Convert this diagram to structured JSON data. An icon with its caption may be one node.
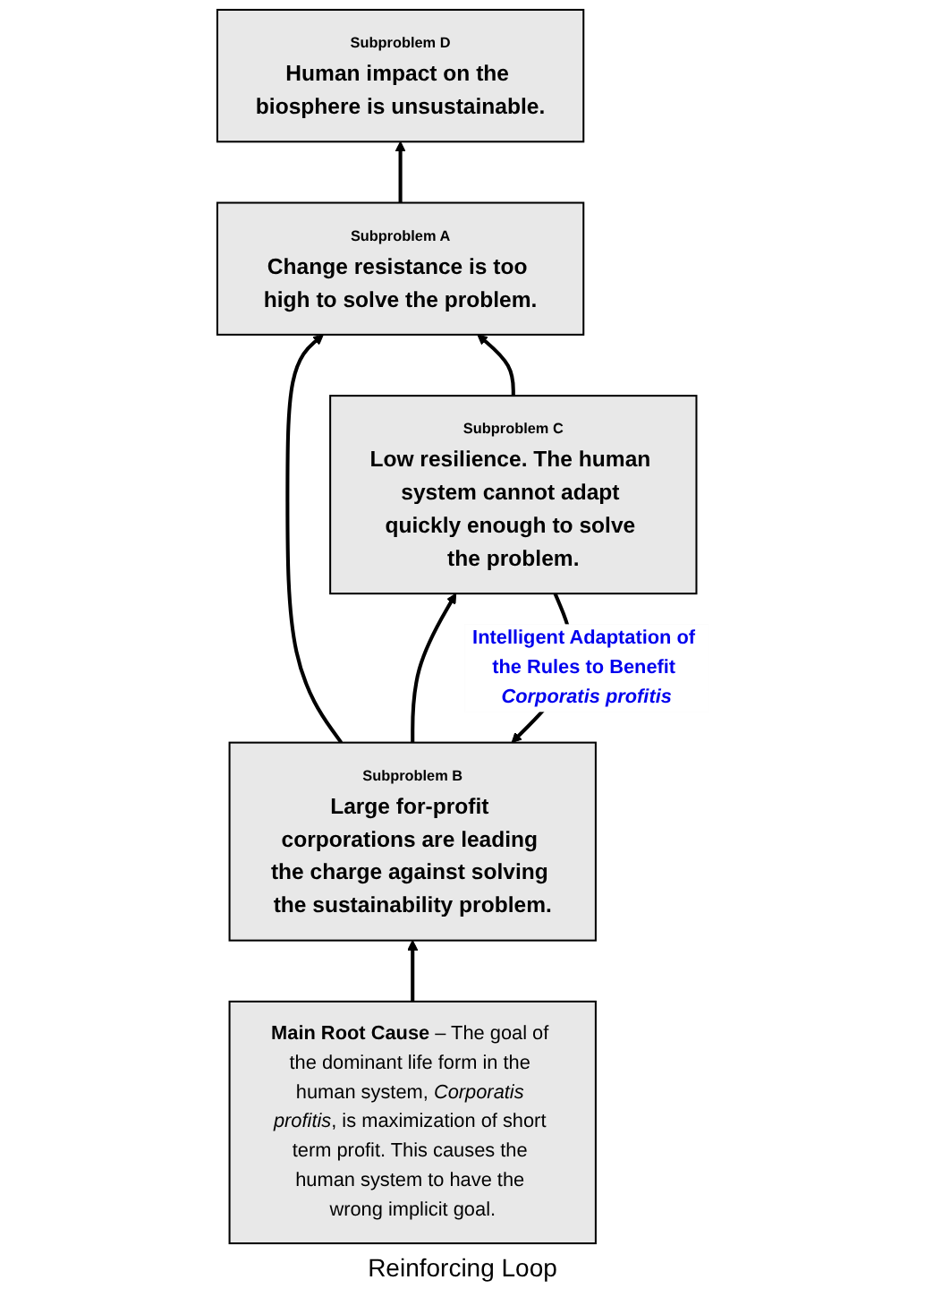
{
  "diagram": {
    "nodes": [
      {
        "text": [
          "Subproblem D",
          "Human impact on the biosphere is unsustainable."
        ]
      },
      {
        "text": [
          "Subproblem A",
          "Change resistance is too high to solve the problem."
        ]
      },
      {
        "text": [
          "Subproblem C",
          "Low resilience. The human system cannot adapt quickly enough to solve the problem."
        ]
      },
      {
        "text": [
          "Subproblem B",
          "Large for-profit corporations are leading the charge against solving the sustainability problem."
        ]
      },
      {
        "text": [
          "**Main Root Cause** – The goal of the dominant life form in the human system, *Corporatis profitis*, is maximization of short term profit. This causes the human system to have the wrong implicit goal."
        ]
      }
    ],
    "edges": [
      {
        "from": 1,
        "to": 0,
        "arrow": "to"
      },
      {
        "from": 3,
        "to": 1,
        "arrow": "to"
      },
      {
        "from": 2,
        "to": 1,
        "arrow": "to"
      },
      {
        "from": 3,
        "to": 2,
        "arrow": "to"
      },
      {
        "from": 2,
        "to": 3,
        "arrow": "to",
        "label": "Intelligent Adaptation of the Rules to Benefit *Corporatis profitis*"
      },
      {
        "from": 4,
        "to": 3,
        "arrow": "to"
      }
    ],
    "labels": [
      "Reinforcing Loop"
    ]
  }
}
